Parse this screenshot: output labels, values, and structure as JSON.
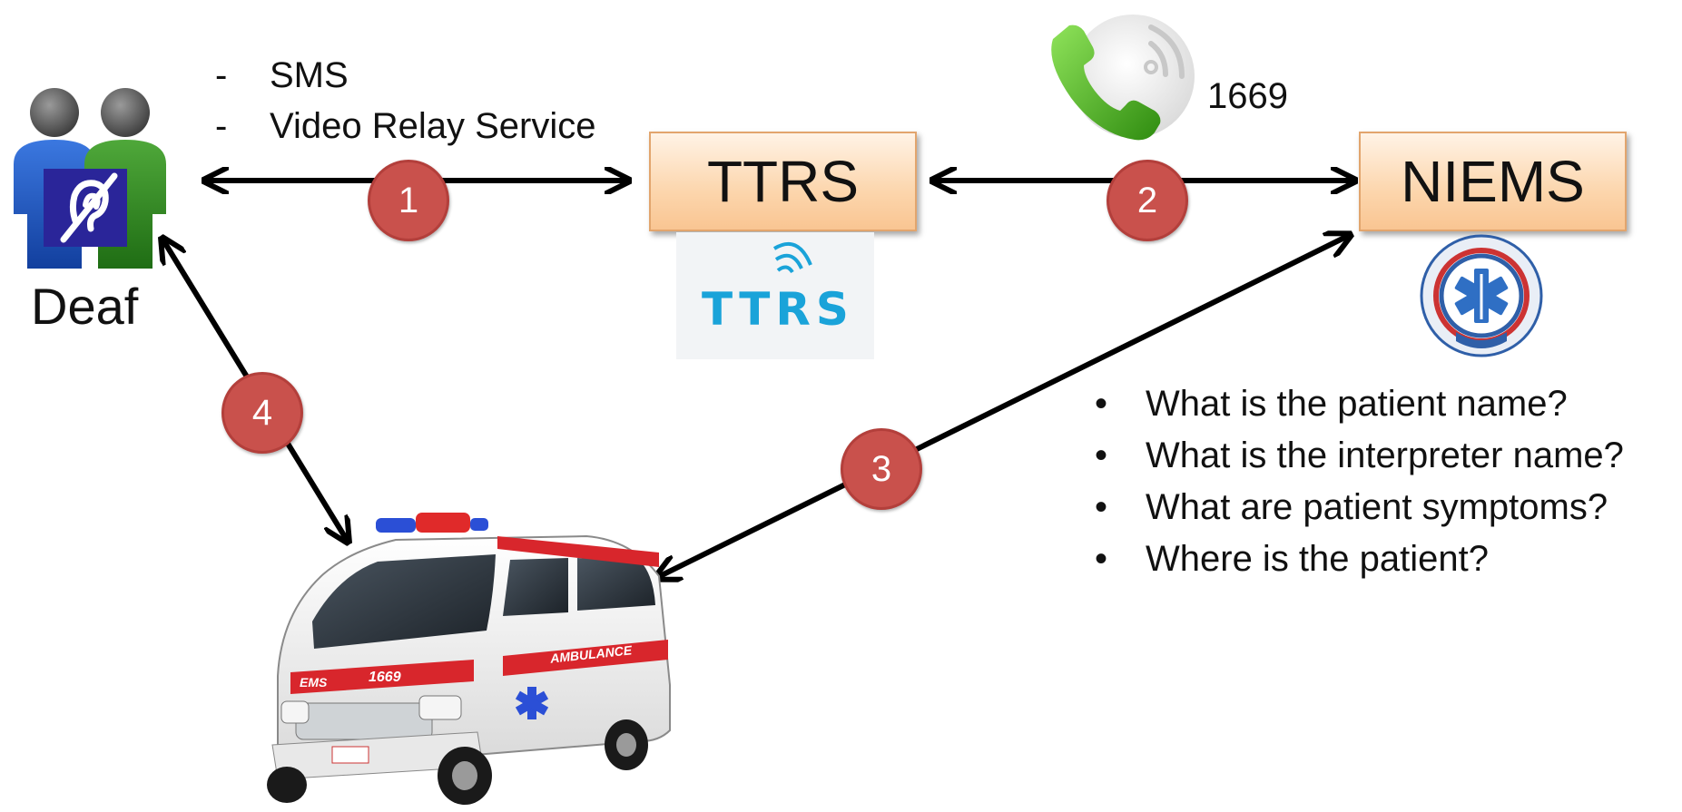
{
  "nodes": {
    "deaf": {
      "label": "Deaf"
    },
    "ttrs": {
      "label": "TTRS",
      "logo_text": "TTRS"
    },
    "niems": {
      "label": "NIEMS"
    }
  },
  "channels": [
    "SMS",
    "Video Relay Service"
  ],
  "phone_number": "1669",
  "steps": [
    "1",
    "2",
    "3",
    "4"
  ],
  "questions": [
    "What is  the patient name?",
    "What is the interpreter name?",
    "What are patient symptoms?",
    "Where is the patient?"
  ],
  "ambulance": {
    "texts": [
      "EMS",
      "1669",
      "AMBULANCE"
    ]
  },
  "icons": [
    "deaf-people-icon",
    "hearing-impaired-icon",
    "phone-icon",
    "ttrs-logo",
    "niems-logo",
    "ambulance-image"
  ],
  "colors": {
    "box_fill": "#fcd6ad",
    "box_border": "#e2a56d",
    "step_circle": "#c9514c",
    "ttrs_logo": "#1aa3d9",
    "phone_green": "#5cbf2a"
  }
}
